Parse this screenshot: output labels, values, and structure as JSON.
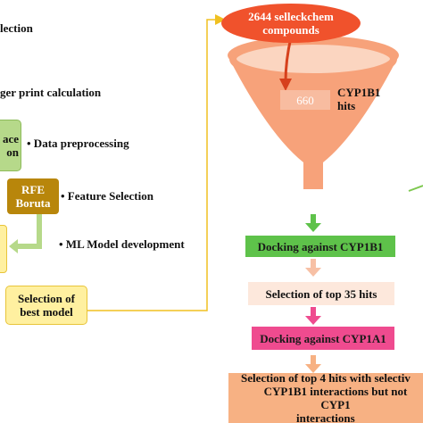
{
  "left": {
    "step_selection": "lection",
    "step_fingerprint": "ger print calculation",
    "box_variance_line1": "ace",
    "box_variance_line2": "on",
    "label_preprocessing": "• Data preprocessing",
    "box_rfe_line1": "RFE",
    "box_rfe_line2": "Boruta",
    "label_feature_selection": "• Feature Selection",
    "label_ml_model": "• ML Model development",
    "box_best_line1": "Selection of",
    "box_best_line2": "best model"
  },
  "right": {
    "ellipse_line1": "2644 selleckchem",
    "ellipse_line2": "compounds",
    "hits_count": "660",
    "hits_label_line1": "CYP1B1",
    "hits_label_line2": "hits",
    "step_dock_1b1": "Docking against CYP1B1",
    "step_top35": "Selection of top 35 hits",
    "step_dock_1a1": "Docking against CYP1A1",
    "final_line1": "Selection of top 4 hits with selectiv",
    "final_line2": "CYP1B1 interactions but not CYP1",
    "final_line3": "interactions"
  },
  "colors": {
    "green_box": "#b6d98a",
    "green_border": "#8dbb5a",
    "rfe_box": "#b8860b",
    "yellow_box": "#fff0a0",
    "yellow_border": "#e8c43a",
    "arrow_green": "#7ec850",
    "arrow_yellow": "#f0c020",
    "ellipse_red": "#f0522c",
    "funnel_orange": "#f7a27a",
    "green_step": "#5ec24a",
    "peach_step": "#fde8dc",
    "pink_step": "#ef4b8f",
    "orange_final": "#f7b183",
    "hits_box": "#f8bca0"
  }
}
